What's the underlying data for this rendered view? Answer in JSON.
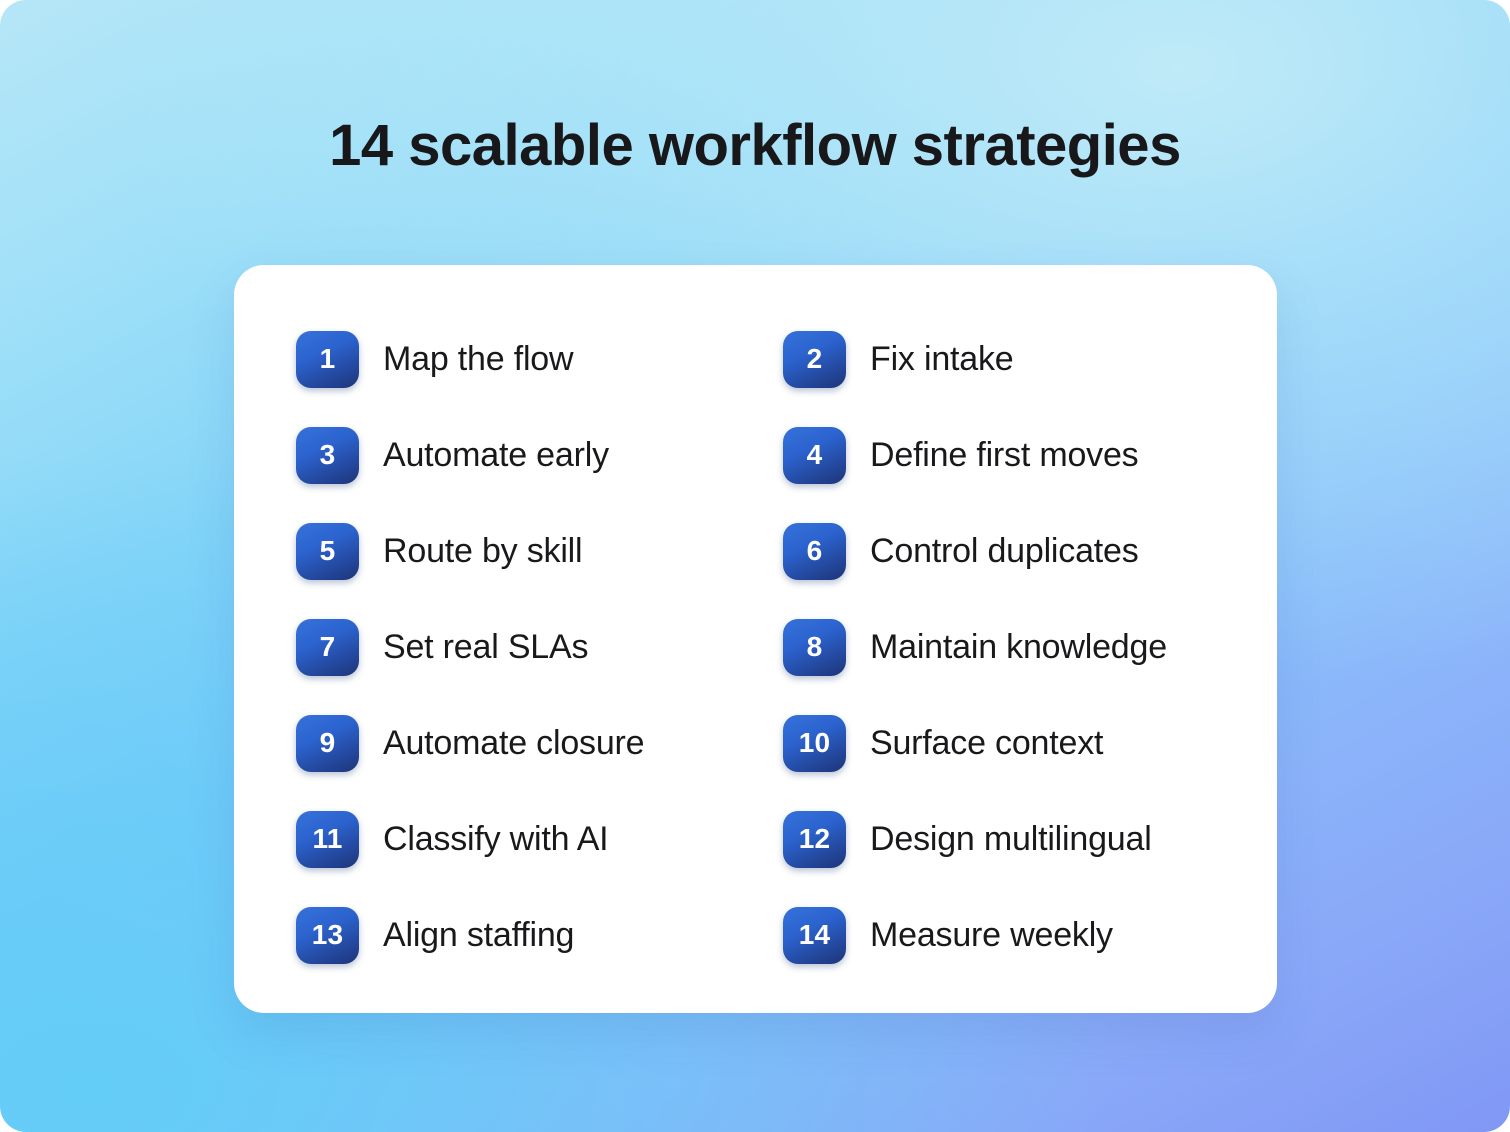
{
  "poster": {
    "title": "14 scalable workflow strategies",
    "colors": {
      "background_top": "#b6e6f7",
      "background_bottom": "#8098f5",
      "card_background": "#ffffff",
      "badge_gradient_start": "#3672d9",
      "badge_gradient_end": "#1d3578",
      "title_text": "#18181b",
      "item_text": "#19191b"
    }
  },
  "list": {
    "columns": 2,
    "items": [
      {
        "number": "1",
        "label": "Map the flow"
      },
      {
        "number": "2",
        "label": "Fix intake"
      },
      {
        "number": "3",
        "label": "Automate early"
      },
      {
        "number": "4",
        "label": "Define first moves"
      },
      {
        "number": "5",
        "label": "Route by skill"
      },
      {
        "number": "6",
        "label": "Control duplicates"
      },
      {
        "number": "7",
        "label": "Set real SLAs"
      },
      {
        "number": "8",
        "label": "Maintain knowledge"
      },
      {
        "number": "9",
        "label": "Automate closure"
      },
      {
        "number": "10",
        "label": "Surface context"
      },
      {
        "number": "11",
        "label": "Classify with AI"
      },
      {
        "number": "12",
        "label": "Design multilingual"
      },
      {
        "number": "13",
        "label": "Align staffing"
      },
      {
        "number": "14",
        "label": "Measure weekly"
      }
    ]
  }
}
